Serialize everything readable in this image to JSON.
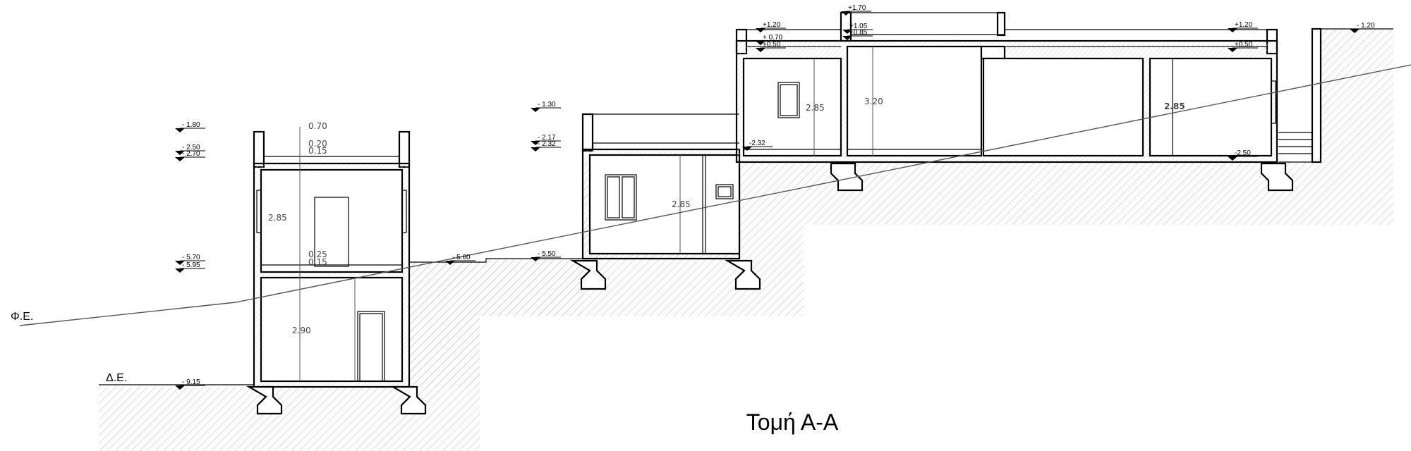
{
  "drawing": {
    "title": "Τομή Α-Α",
    "finished_ground_label": "Φ.Ε.",
    "natural_ground_label": "Δ.Ε."
  },
  "levels": [
    "- 1.80",
    "- 2.50",
    "- 2.70",
    "- 5.70",
    "- 5.95",
    "- 9.15",
    "- 5.60",
    "- 5.50",
    "- 1.30",
    "- 2.17",
    "- 2.32",
    "+1.20",
    "+ 0.70",
    "+0.50",
    "-2.32",
    "+1.70",
    "+1.05",
    "+0.85",
    "+1.20",
    "+0.50",
    "- 1.20",
    "-2.50"
  ],
  "dimensions": [
    "0.70",
    "0.20",
    "0.15",
    "2.85",
    "0.25",
    "0.15",
    "2.90",
    "2.85",
    "2.85",
    "3.20",
    "2.85"
  ]
}
